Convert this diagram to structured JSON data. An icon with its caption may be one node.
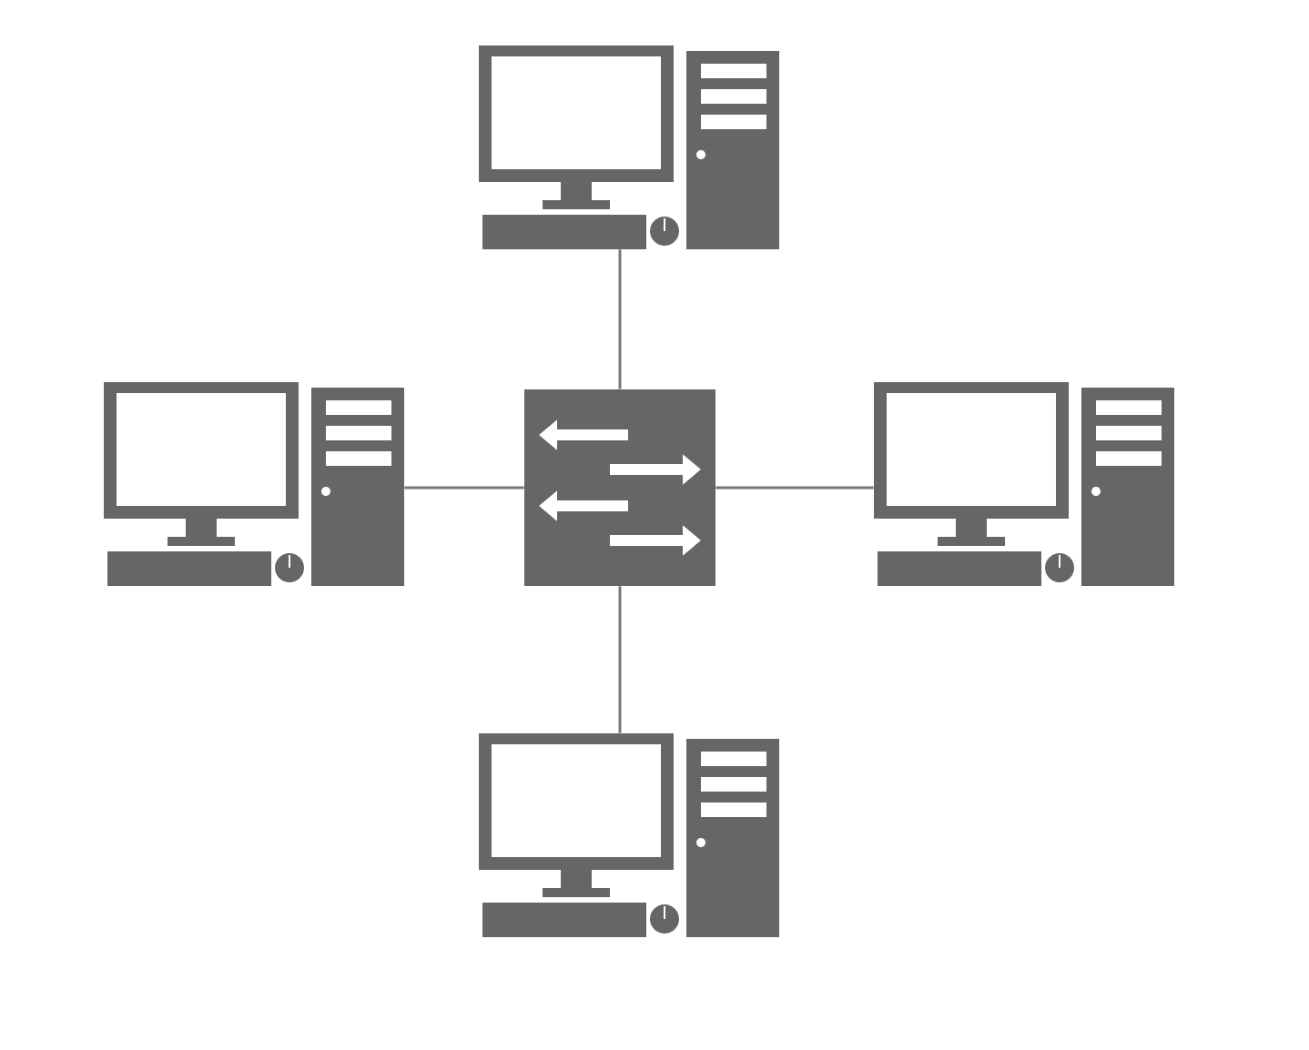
{
  "diagram": {
    "nodes": [
      {
        "text": [],
        "shape": "computer"
      },
      {
        "text": [],
        "shape": "computer"
      },
      {
        "text": [],
        "shape": "switch"
      },
      {
        "text": [],
        "shape": "computer"
      },
      {
        "text": [],
        "shape": "computer"
      }
    ],
    "edges": [
      {
        "from": 2,
        "to": 0,
        "arrow": "none"
      },
      {
        "from": 2,
        "to": 1,
        "arrow": "none"
      },
      {
        "from": 2,
        "to": 3,
        "arrow": "none"
      },
      {
        "from": 2,
        "to": 4,
        "arrow": "none"
      }
    ]
  }
}
